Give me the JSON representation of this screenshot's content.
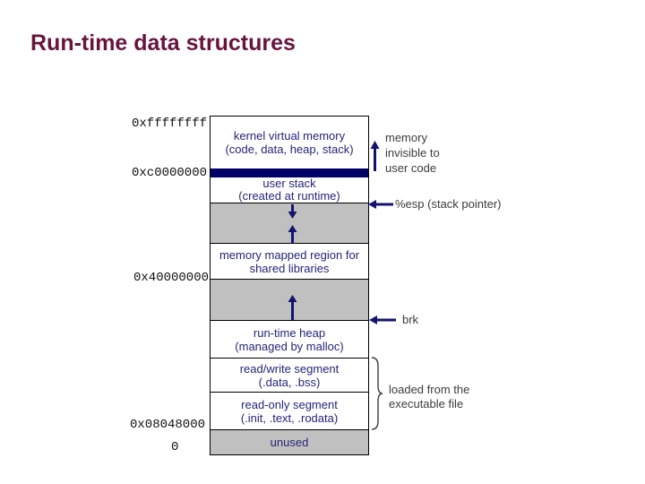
{
  "title": "Run-time data structures",
  "diagram": {
    "addresses": [
      "0xffffffff",
      "0xc0000000",
      "0x40000000",
      "0x08048000",
      "0"
    ],
    "segments": {
      "kernel": {
        "line1": "kernel virtual memory",
        "line2": "(code, data, heap, stack)"
      },
      "user_stack": {
        "line1": "user stack",
        "line2": "(created at runtime)"
      },
      "memmap": {
        "line1": "memory mapped region for",
        "line2": "shared libraries"
      },
      "heap": {
        "line1": "run-time heap",
        "line2": "(managed by malloc)"
      },
      "rw": {
        "line1": "read/write segment",
        "line2": "(.data, .bss)"
      },
      "ro": {
        "line1": "read-only segment",
        "line2": "(.init, .text, .rodata)"
      },
      "unused": {
        "line1": "unused"
      }
    },
    "annotations": {
      "invisible": "memory invisible to user code",
      "esp": "%esp (stack pointer)",
      "brk": "brk",
      "loaded": "loaded from the executable file"
    },
    "colors": {
      "title": "#67143f",
      "box_text": "#24247a",
      "arrow": "#14146e",
      "divider_bar": "#000066",
      "gray_fill": "#c0c0c0",
      "annotation_text": "#3c3c3c"
    }
  }
}
